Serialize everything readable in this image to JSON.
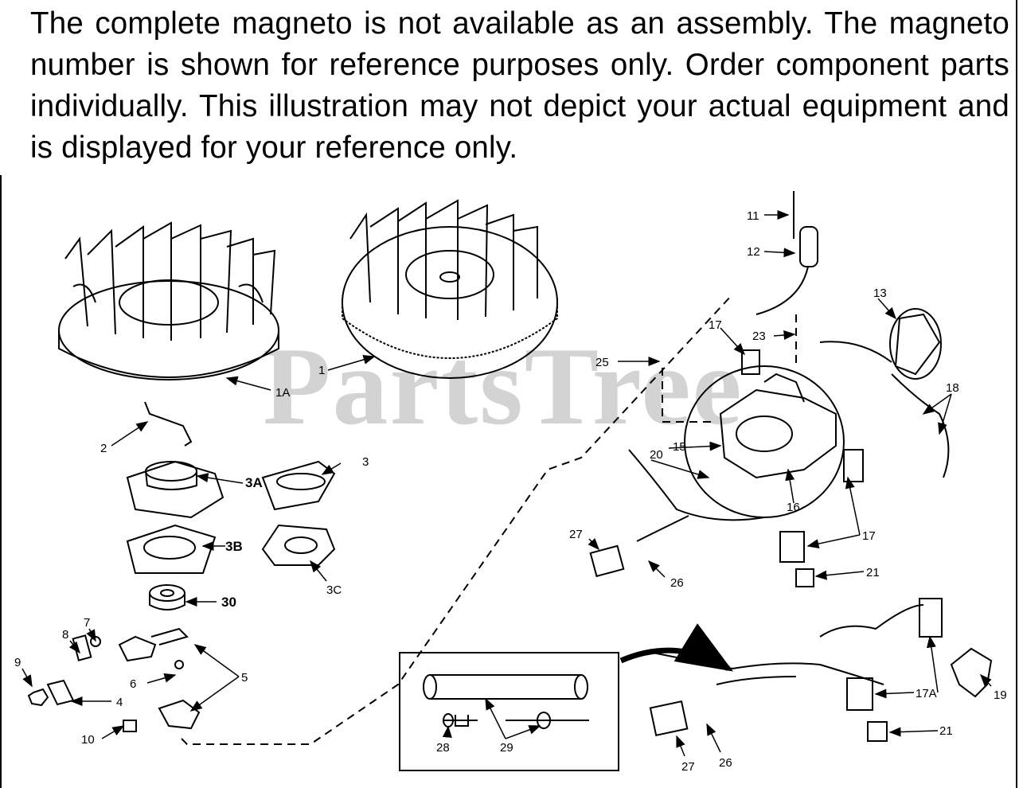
{
  "notice": {
    "text": "The complete magneto is not available as an assembly.  The magneto number is shown for reference purposes only. Order component parts individually.  This illustration may not depict your actual equipment and is displayed for your reference only."
  },
  "watermark": "PartsTree",
  "callouts": {
    "c1": "1",
    "c1A": "1A",
    "c2": "2",
    "c3": "3",
    "c3A": "3A",
    "c3B": "3B",
    "c3C": "3C",
    "c4": "4",
    "c5": "5",
    "c6": "6",
    "c7": "7",
    "c8": "8",
    "c9": "9",
    "c10": "10",
    "c11": "11",
    "c12": "12",
    "c13": "13",
    "c15": "15",
    "c16": "16",
    "c17a": "17",
    "c17b": "17",
    "c17A": "17A",
    "c18": "18",
    "c19": "19",
    "c20": "20",
    "c21a": "21",
    "c21b": "21",
    "c23": "23",
    "c25": "25",
    "c26a": "26",
    "c26b": "26",
    "c27a": "27",
    "c27b": "27",
    "c28": "28",
    "c29": "29",
    "c30": "30"
  }
}
